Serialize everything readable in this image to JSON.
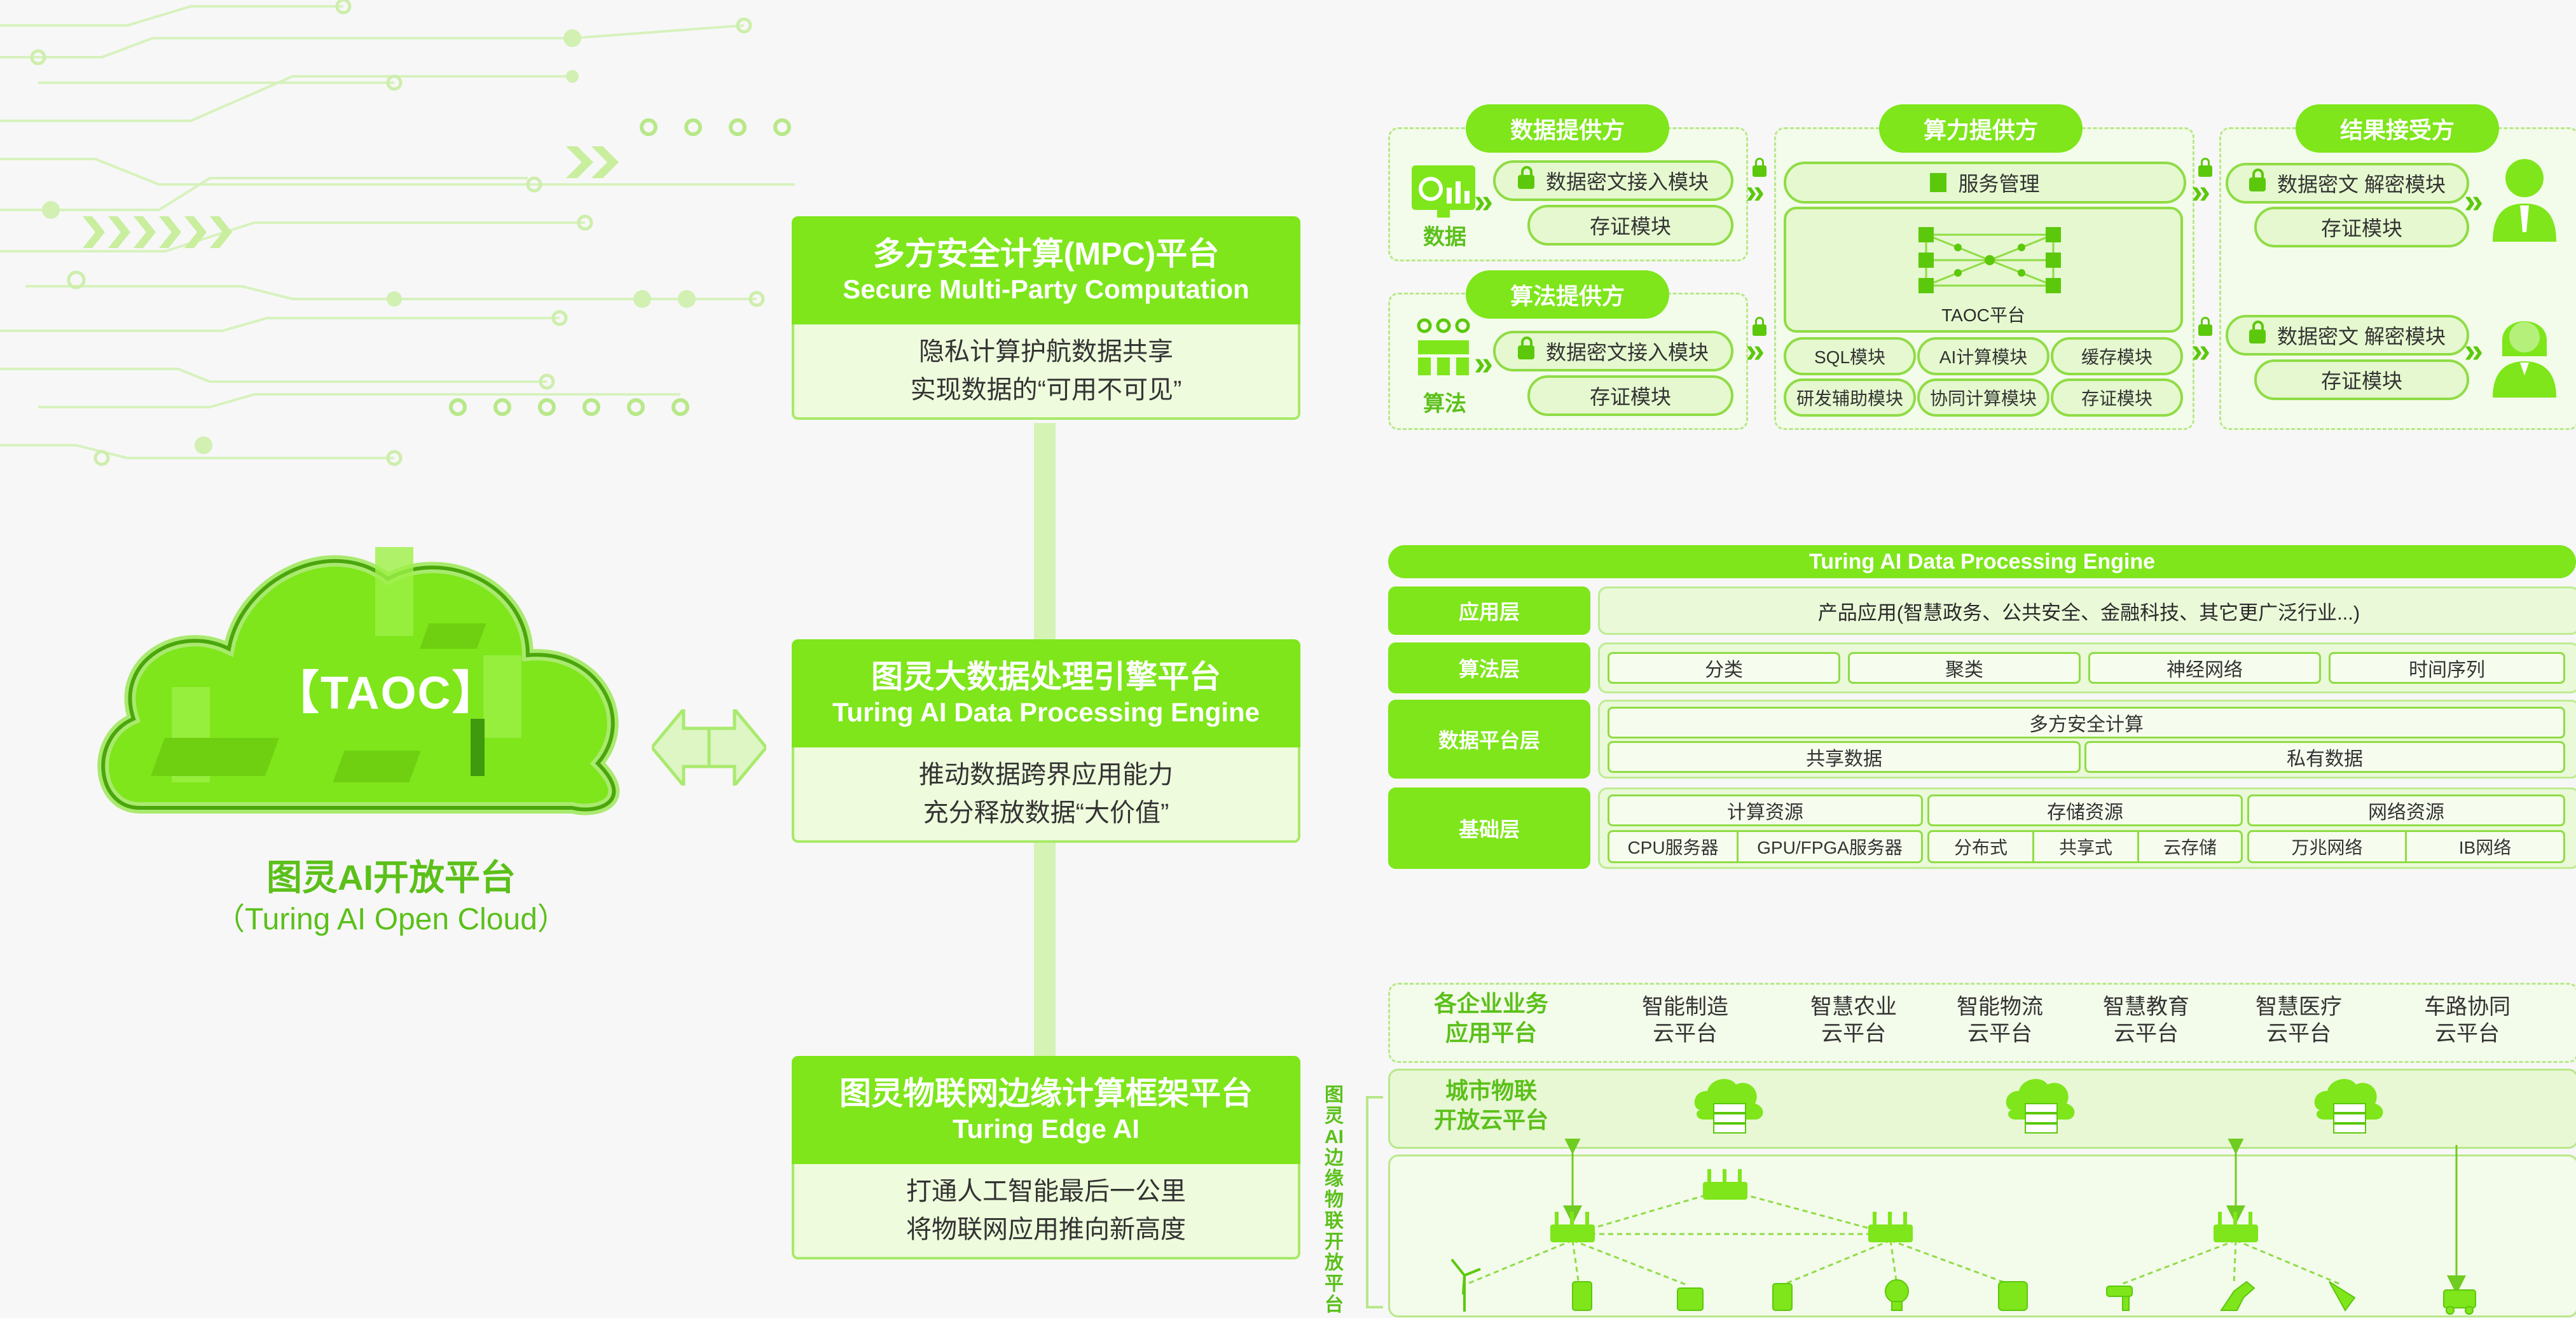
{
  "cloud": {
    "label": "【TAOC】",
    "title": "图灵AI开放平台",
    "subtitle": "（Turing AI Open Cloud）"
  },
  "platforms": [
    {
      "title_cn": "多方安全计算(MPC)平台",
      "title_en": "Secure Multi-Party Computation",
      "line1": "隐私计算护航数据共享",
      "line2": "实现数据的“可用不可见”"
    },
    {
      "title_cn": "图灵大数据处理引擎平台",
      "title_en": "Turing AI Data Processing Engine",
      "line1": "推动数据跨界应用能力",
      "line2": "充分释放数据“大价值”"
    },
    {
      "title_cn": "图灵物联网边缘计算框架平台",
      "title_en": "Turing Edge AI",
      "line1": "打通人工智能最后一公里",
      "line2": "将物联网应用推向新高度"
    }
  ],
  "mpc": {
    "data_provider": "数据提供方",
    "algo_provider": "算法提供方",
    "compute_provider": "算力提供方",
    "result_receiver": "结果接受方",
    "data_icon_label": "数据",
    "algo_icon_label": "算法",
    "cipher_access": "数据密文接入模块",
    "evidence": "存证模块",
    "service_mgmt": "服务管理",
    "taoc": "TAOC平台",
    "sql": "SQL模块",
    "ai_compute": "AI计算模块",
    "cache": "缓存模块",
    "dev_assist": "研发辅助模块",
    "collab": "协同计算模块",
    "storage": "存证模块",
    "decrypt": "数据密文  解密模块"
  },
  "engine": {
    "title": "Turing AI Data Processing Engine",
    "layers": {
      "app": "应用层",
      "algo": "算法层",
      "data": "数据平台层",
      "base": "基础层"
    },
    "app_text": "产品应用(智慧政务、公共安全、金融科技、其它更广泛行业...)",
    "algos": [
      "分类",
      "聚类",
      "神经网络",
      "时间序列"
    ],
    "mpc": "多方安全计算",
    "shared": "共享数据",
    "private": "私有数据",
    "resources": [
      "计算资源",
      "存储资源",
      "网络资源"
    ],
    "compute_items": [
      "CPU服务器",
      "GPU/FPGA服务器"
    ],
    "storage_items": [
      "分布式",
      "共享式",
      "云存储"
    ],
    "network_items": [
      "万兆网络",
      "IB网络"
    ]
  },
  "edge": {
    "biz_header": [
      "各企业业务",
      "应用平台"
    ],
    "biz": [
      [
        "智能制造",
        "云平台"
      ],
      [
        "智慧农业",
        "云平台"
      ],
      [
        "智能物流",
        "云平台"
      ],
      [
        "智慧教育",
        "云平台"
      ],
      [
        "智慧医疗",
        "云平台"
      ],
      [
        "车路协同",
        "云平台"
      ]
    ],
    "city_header": [
      "城市物联",
      "开放云平台"
    ],
    "vertical": "图灵AI边缘物联开放平台"
  },
  "colors": {
    "accent": "#7ee61a",
    "light": "#eefbdc",
    "text_green": "#5bc01a"
  }
}
